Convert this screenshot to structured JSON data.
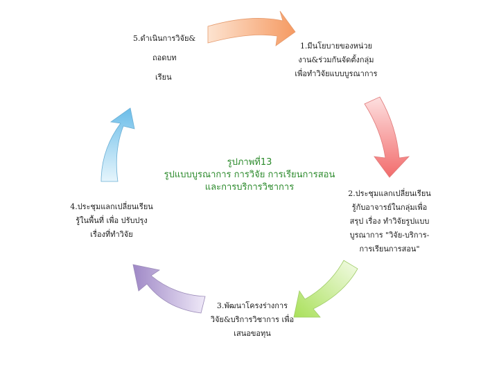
{
  "center": {
    "lines": [
      "รูปภาพที่13",
      "รูปแบบบูรณาการ การวิจัย การเรียนการสอน",
      "และการบริการวิชาการ"
    ]
  },
  "steps": [
    {
      "lines": [
        "1.มีนโยบายของหน่วย",
        "งาน&ร่วมกันจัดตั้งกลุ่ม",
        "เพื่อทำวิจัยแบบบูรณาการ"
      ],
      "color": "#f5a673"
    },
    {
      "lines": [
        "2.ประชุมแลกเปลี่ยนเรียน",
        "รู้กับอาจารย์ในกลุ่มเพื่อ",
        "สรุป เรื่อง ทำวิจัยรูปแบบ",
        "บูรณาการ \"วิจัย-บริการ-",
        "การเรียนการสอน\""
      ],
      "color": "#f47878"
    },
    {
      "lines": [
        "3.พัฒนาโครงร่างการ",
        "วิจัย&บริการวิชาการ เพื่อ",
        "เสนอขอทุน"
      ],
      "color": "#b6e66a"
    },
    {
      "lines": [
        "4.ประชุมแลกเปลี่ยนเรียน",
        "รู้ในพื้นที่ เพื่อ ปรับปรุง",
        "เรื่องที่ทำวิจัย"
      ],
      "color": "#a993cc"
    },
    {
      "lines": [
        "5.ดำเนินการวิจัย&",
        "ถอดบท",
        "เรียน"
      ],
      "color": "#7cc4ec"
    }
  ]
}
